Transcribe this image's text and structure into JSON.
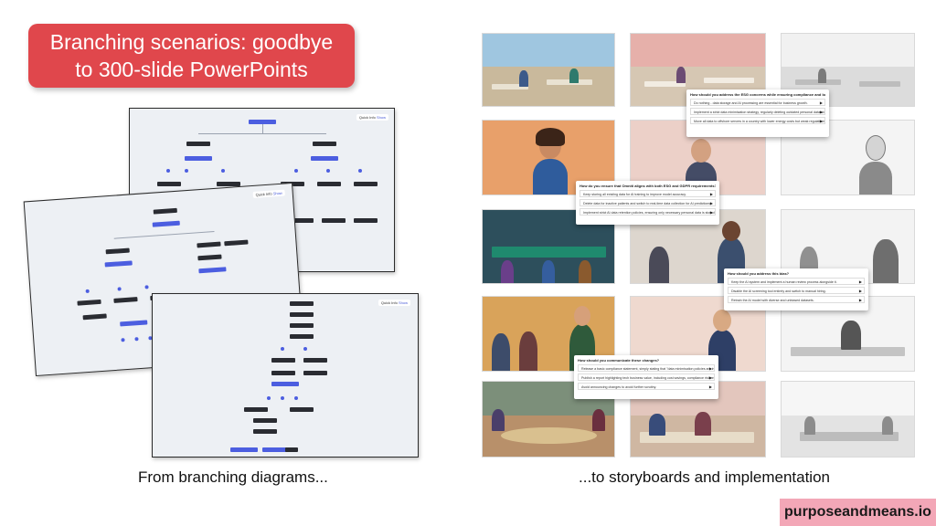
{
  "title": {
    "line1": "Branching scenarios: goodbye",
    "line2": "to 300-slide PowerPoints"
  },
  "diagrams": {
    "quick_info_label": "Quick Info",
    "quick_info_link": "Show"
  },
  "captions": {
    "left": "From branching diagrams...",
    "right": "...to storyboards and implementation"
  },
  "questions": [
    {
      "title": "How should you address the ESG concerns while ensuring compliance and business efficiency?",
      "options": [
        "Do nothing - data storage and AI processing are essential for business growth.",
        "Implement a strict data minimisation strategy, regularly deleting outdated personal data and limiting future dataset sizes.",
        "Move all data to offshore servers in a country with lower energy costs but weak regulations."
      ]
    },
    {
      "title": "How do you ensure that Omniti aligns with both ESG and GDPR requirements?",
      "options": [
        "Keep storing all existing data for AI training to improve model accuracy.",
        "Delete data for inactive patients and switch to real-time data collection for AI predictions.",
        "Implement strict AI data retention policies, ensuring only necessary personal data is stored and models are trained efficiently."
      ]
    },
    {
      "title": "How should you address this bias?",
      "options": [
        "Keep the AI system and implement a human review process alongside it.",
        "Disable the AI screening tool entirely and switch to manual hiring.",
        "Retrain the AI model with diverse and unbiased datasets."
      ]
    },
    {
      "title": "How should you communicate these changes?",
      "options": [
        "Release a basic compliance statement, simply stating that \"data minimisation policies are in place.\"",
        "Publish a report highlighting tech business value, including cost savings, compliance risk reduction, and brand reputation.",
        "Avoid announcing changes to avoid further scrutiny."
      ]
    }
  ],
  "brand": "purposeandmeans.io",
  "colors": {
    "title_bg": "#e0474c",
    "brand_bg": "#f3a7b7",
    "node_blue": "#4c5ee0",
    "node_dark": "#2a2c32"
  }
}
